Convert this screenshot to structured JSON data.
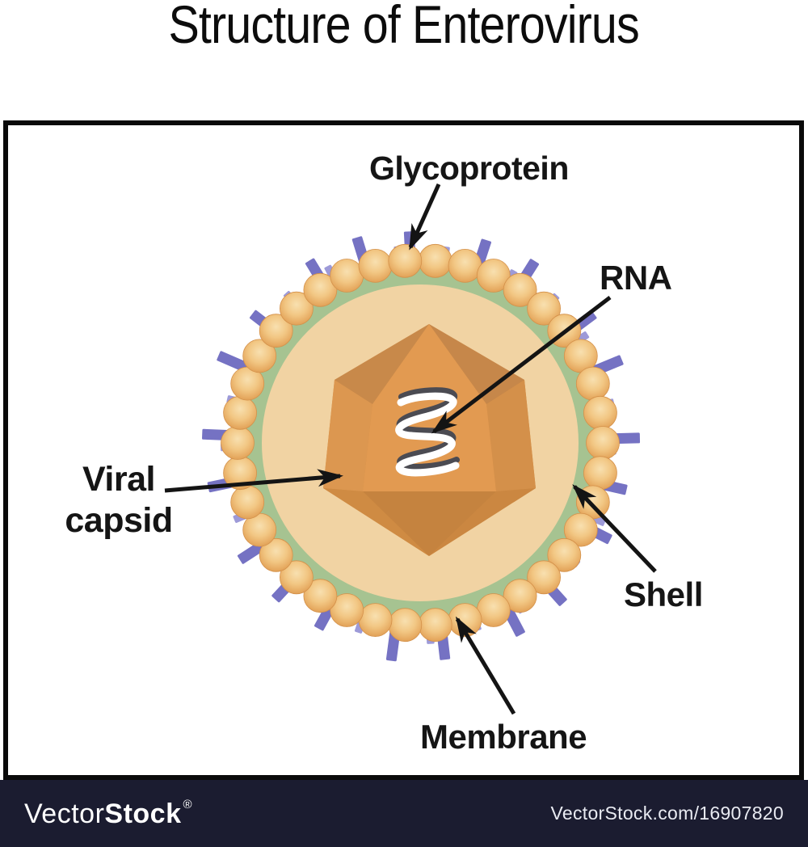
{
  "title": "Structure of Enterovirus",
  "diagram": {
    "labels": {
      "glycoprotein": "Glycoprotein",
      "rna": "RNA",
      "viral_capsid": "Viral capsid",
      "shell": "Shell",
      "membrane": "Membrane"
    },
    "colors": {
      "shell_green": "#a6c391",
      "interior_beige": "#f1d3a3",
      "capsid_orange": "#e29a51",
      "capsid_dark_facet": "#c8894a",
      "capsid_bottom_facet": "#c5833f",
      "bump_orange_light": "#f8e0b0",
      "bump_orange_dark": "#e2a55c",
      "spike_dark_purple": "#7572c3",
      "spike_light_purple": "#9d9ad8",
      "rna_white": "#ffffff",
      "rna_outline": "#4b4b52",
      "arrow_black": "#141414",
      "frame_black": "#0a0a0a",
      "watermark_bar": "#1b1c30"
    }
  },
  "watermark": {
    "brand_regular": "Vector",
    "brand_bold": "Stock",
    "registered_mark": "®",
    "credit": "VectorStock.com/16907820"
  }
}
